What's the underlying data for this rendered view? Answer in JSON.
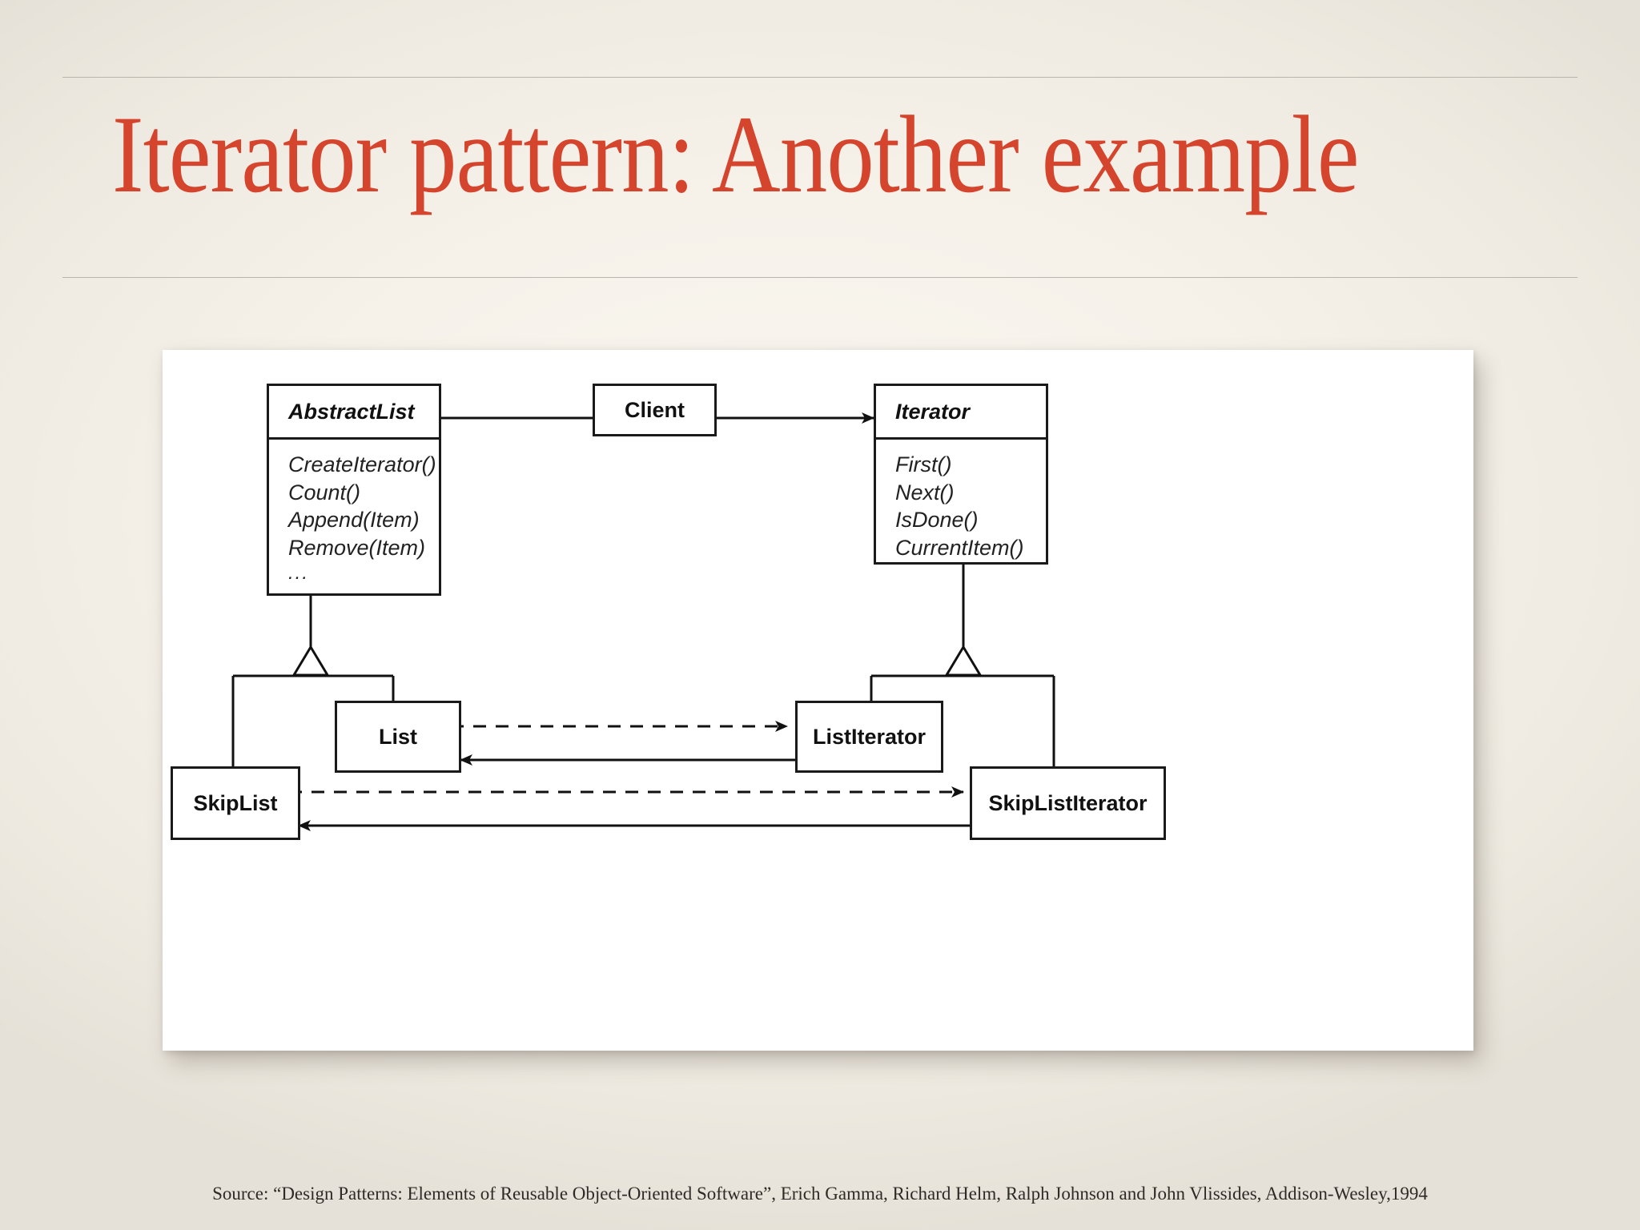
{
  "slide": {
    "title": "Iterator pattern: Another example",
    "title_color": "#d5442c",
    "background_color": "#f4f0e8",
    "source_caption": "Source: “Design Patterns: Elements of Reusable Object-Oriented Software”, Erich Gamma, Richard Helm, Ralph Johnson and John Vlissides, Addison-Wesley,1994"
  },
  "diagram": {
    "type": "uml-class-diagram",
    "line_color": "#1a1a1a",
    "fill_color": "#ffffff",
    "classes": [
      {
        "id": "abstractlist",
        "name": "AbstractList",
        "abstract": true,
        "operations": [
          "CreateIterator()",
          "Count()",
          "Append(Item)",
          "Remove(Item)",
          "..."
        ]
      },
      {
        "id": "client",
        "name": "Client",
        "abstract": false,
        "operations": []
      },
      {
        "id": "iterator",
        "name": "Iterator",
        "abstract": true,
        "operations": [
          "First()",
          "Next()",
          "IsDone()",
          "CurrentItem()"
        ]
      },
      {
        "id": "list",
        "name": "List",
        "abstract": false,
        "operations": []
      },
      {
        "id": "listiterator",
        "name": "ListIterator",
        "abstract": false,
        "operations": []
      },
      {
        "id": "skiplist",
        "name": "SkipList",
        "abstract": false,
        "operations": []
      },
      {
        "id": "skiplistiterator",
        "name": "SkipListIterator",
        "abstract": false,
        "operations": []
      }
    ],
    "relations": [
      {
        "from": "client",
        "to": "abstractlist",
        "kind": "association-solid-arrow"
      },
      {
        "from": "client",
        "to": "iterator",
        "kind": "association-solid-arrow"
      },
      {
        "from": "list",
        "to": "abstractlist",
        "kind": "generalization"
      },
      {
        "from": "skiplist",
        "to": "abstractlist",
        "kind": "generalization"
      },
      {
        "from": "listiterator",
        "to": "iterator",
        "kind": "generalization"
      },
      {
        "from": "skiplistiterator",
        "to": "iterator",
        "kind": "generalization"
      },
      {
        "from": "list",
        "to": "listiterator",
        "kind": "dependency-dashed-arrow"
      },
      {
        "from": "listiterator",
        "to": "list",
        "kind": "association-solid-arrow"
      },
      {
        "from": "skiplist",
        "to": "skiplistiterator",
        "kind": "dependency-dashed-arrow"
      },
      {
        "from": "skiplistiterator",
        "to": "skiplist",
        "kind": "association-solid-arrow"
      }
    ]
  }
}
